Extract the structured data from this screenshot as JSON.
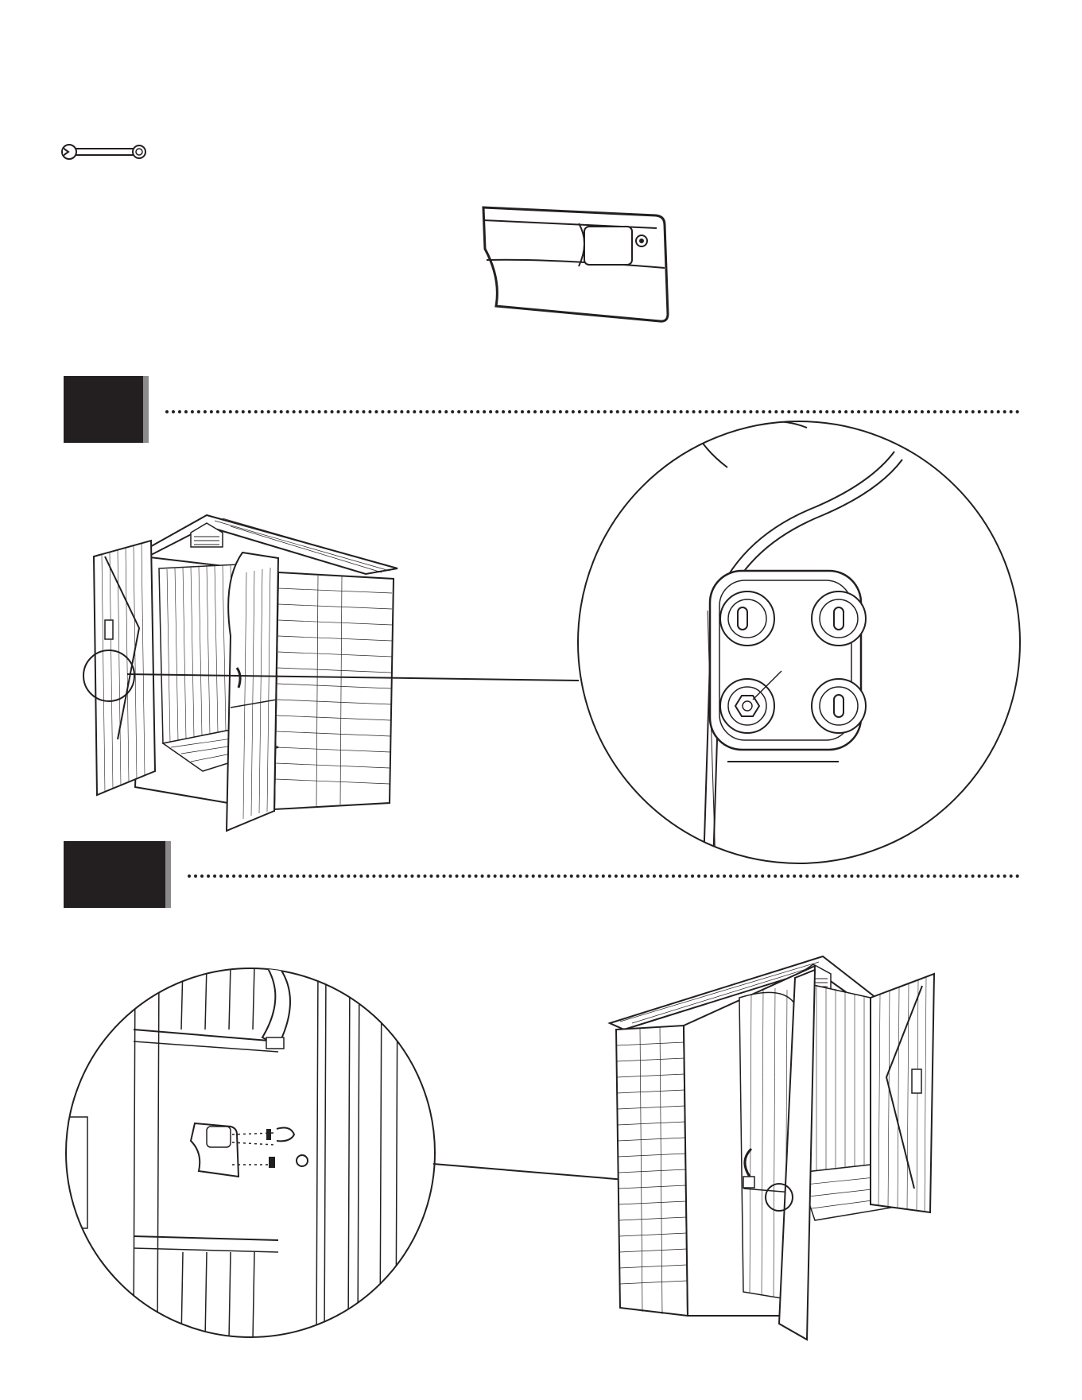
{
  "step1": {
    "number": ""
  },
  "step2": {
    "number": ""
  },
  "icons": {
    "tool": "wrench-icon",
    "part": "door-handle-part",
    "shed_a": "shed-left-door-open",
    "shed_b": "shed-right-door-open"
  },
  "colors": {
    "ink": "#231f20",
    "shadow": "#8c8a8b"
  }
}
